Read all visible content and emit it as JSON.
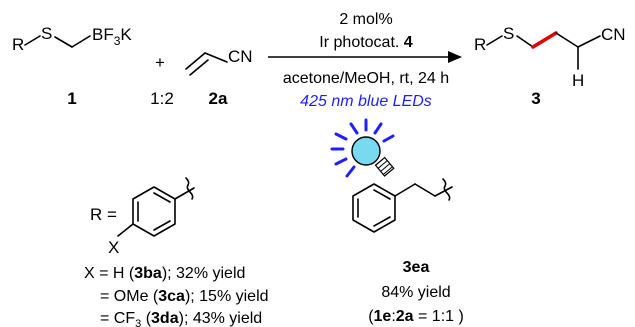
{
  "reagent1": {
    "r_label": "R",
    "s_label": "S",
    "bf3k_main": "BF",
    "bf3k_sub": "3",
    "bf3k_tail": "K",
    "compound_number": "1"
  },
  "plus_sign": "+",
  "ratio": "1:2",
  "reagent2": {
    "cn_label": "CN",
    "compound_number": "2a"
  },
  "conditions": {
    "catalyst_loading": "2 mol%",
    "catalyst_prefix": "Ir photocat. ",
    "catalyst_number": "4",
    "solvent_line": "acetone/MeOH, rt, 24 h",
    "light_source": "425 nm blue LEDs"
  },
  "product": {
    "r_label": "R",
    "s_label": "S",
    "cn_label": "CN",
    "h_label": "H",
    "compound_number": "3"
  },
  "substituents": {
    "r_equals": "R =",
    "x_label": "X",
    "scope_lines": [
      {
        "prefix": "X  = H (",
        "compound": "3ba",
        "suffix": "); 32% yield"
      },
      {
        "prefix": "= OMe (",
        "compound": "3ca",
        "suffix": "); 15% yield"
      },
      {
        "prefix_main": "= CF",
        "prefix_sub": "3",
        "prefix_tail": " (",
        "compound": "3da",
        "suffix": "); 43% yield"
      }
    ]
  },
  "phenethyl": {
    "compound_number": "3ea",
    "yield_text": "84% yield",
    "ratio_open": "(",
    "ratio_a": "1e",
    "ratio_colon": ":",
    "ratio_b": "2a",
    "ratio_tail": " = 1:1 )"
  },
  "colors": {
    "new_bond": "#e00000",
    "light_text": "#1f1fff",
    "bulb_fill": "#78d9f0",
    "ray_color": "#1f1fff"
  }
}
